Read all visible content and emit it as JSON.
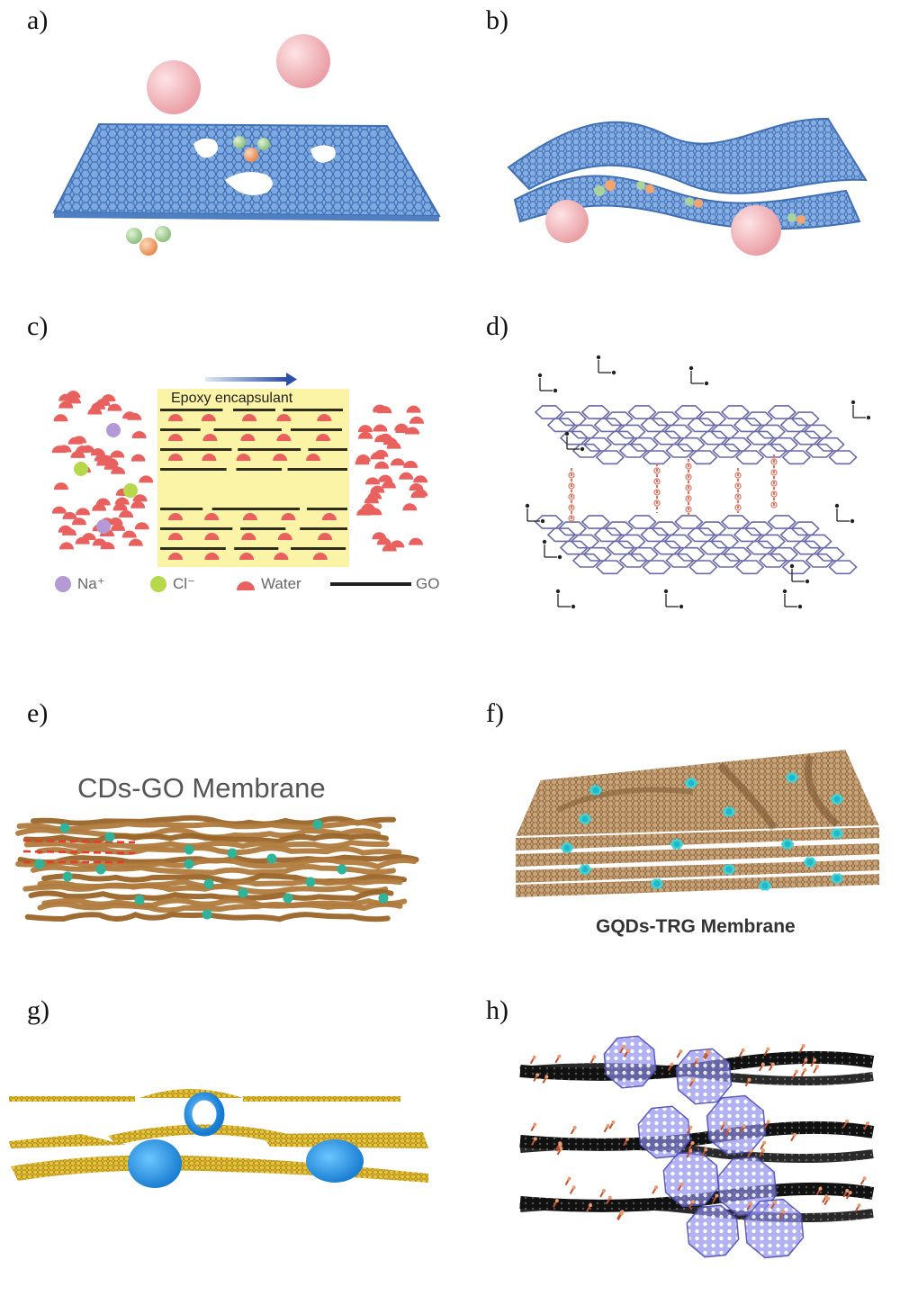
{
  "panels": {
    "a": {
      "label": "a)"
    },
    "b": {
      "label": "b)"
    },
    "c": {
      "label": "c)",
      "box_label": "Epoxy encapsulant",
      "legend": {
        "na": "Na⁺",
        "cl": "Cl⁻",
        "water": "Water",
        "go": "GO"
      }
    },
    "d": {
      "label": "d)"
    },
    "e": {
      "label": "e)",
      "title": "CDs-GO Membrane"
    },
    "f": {
      "label": "f)",
      "title": "GQDs-TRG Membrane"
    },
    "g": {
      "label": "g)"
    },
    "h": {
      "label": "h)"
    }
  },
  "colors": {
    "graphene_blue": "#6f9fdc",
    "sphere_pink": "#f6c3c6",
    "ion_green": "#a9d39e",
    "ion_orange": "#f2a56f",
    "water_red": "#e8615e",
    "na_purple": "#b49ad4",
    "cl_green": "#b6d84a",
    "epoxy_yellow": "#fbf3a6",
    "go_brown": "#b07a3c",
    "dot_teal": "#2fb49a",
    "trg_tan": "#c8a77f",
    "gqd_cyan": "#3fd2d8",
    "g_gold": "#d7b224",
    "g_blue": "#1d8fe0",
    "h_cage": "#6f6ee0",
    "mol_line": "#6a6aa8",
    "link_red": "#e2705b"
  }
}
